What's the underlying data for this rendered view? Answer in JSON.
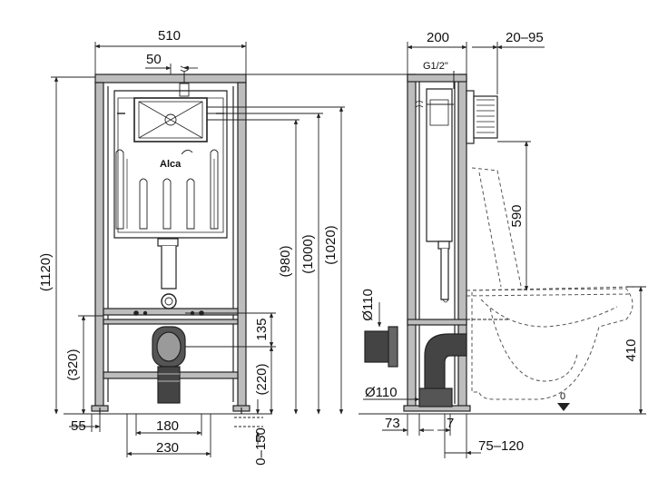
{
  "front_view": {
    "dims": {
      "width_total": "510",
      "inlet_offset": "50",
      "height_total": "(1120)",
      "button_height_980": "(980)",
      "button_height_1000": "(1000)",
      "button_height_1020": "(1020)",
      "bolt_height": "(320)",
      "drain_rise": "135",
      "drain_height": "(220)",
      "foot_width": "55",
      "bolt_spacing": "180",
      "drain_spacing": "230",
      "foot_adjust": "0–150"
    },
    "brand": "Alca"
  },
  "side_view": {
    "dims": {
      "frame_depth": "200",
      "wall_depth": "20–95",
      "water_inlet": "G1/2\"",
      "bowl_height": "590",
      "drain_diameter_top": "Ø110",
      "drain_diameter_bottom": "Ø110",
      "seat_height": "410",
      "floor_level": "0",
      "offset_73": "73",
      "offset_7": "7",
      "pan_projection": "75–120"
    }
  },
  "colors": {
    "frame_fill": "#bdbdbd",
    "line": "#222222",
    "dashed_toilet": "#555555"
  }
}
